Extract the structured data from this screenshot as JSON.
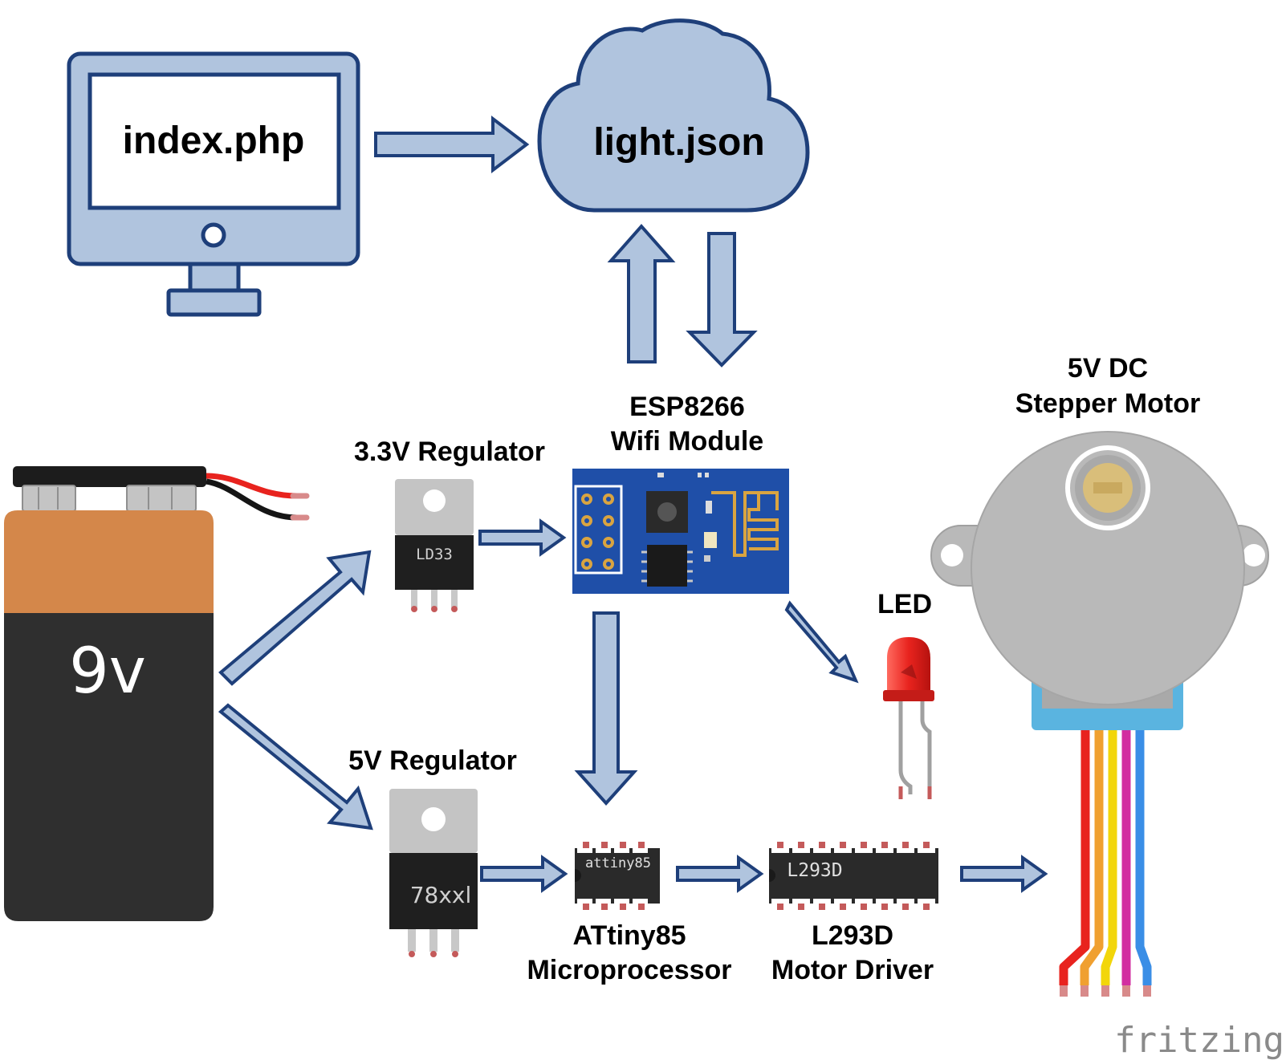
{
  "monitor": {
    "screen_text": "index.php"
  },
  "cloud": {
    "text": "light.json"
  },
  "battery": {
    "label": "9v"
  },
  "regulator_33": {
    "title": "3.3V Regulator",
    "chip_text": "LD33"
  },
  "regulator_5": {
    "title": "5V Regulator",
    "chip_text": "78xxl"
  },
  "esp8266": {
    "title_line1": "ESP8266",
    "title_line2": "Wifi Module"
  },
  "attiny": {
    "chip_text": "attiny85",
    "title_line1": "ATtiny85",
    "title_line2": "Microprocessor"
  },
  "l293d": {
    "chip_text": "L293D",
    "title_line1": "L293D",
    "title_line2": "Motor Driver"
  },
  "led": {
    "title": "LED"
  },
  "motor": {
    "title_line1": "5V DC",
    "title_line2": "Stepper Motor"
  },
  "watermark": "fritzing",
  "icons": [
    "monitor-icon",
    "cloud-icon",
    "battery-icon",
    "voltage-regulator-icon",
    "esp8266-board-icon",
    "ic-chip-icon",
    "led-icon",
    "stepper-motor-icon"
  ],
  "colors": {
    "arrow_fill": "#b0c4de",
    "arrow_stroke": "#1e3f7a",
    "battery_top": "#d4874a",
    "battery_body": "#2f2f2f",
    "esp_board": "#1f4fa8",
    "led_red": "#e8231e",
    "motor_gray": "#b9b9b9",
    "motor_base": "#5ab4e0",
    "wire_colors": [
      "#e8231e",
      "#f0a030",
      "#f2d60a",
      "#d22ea0",
      "#3a8ee6"
    ]
  }
}
